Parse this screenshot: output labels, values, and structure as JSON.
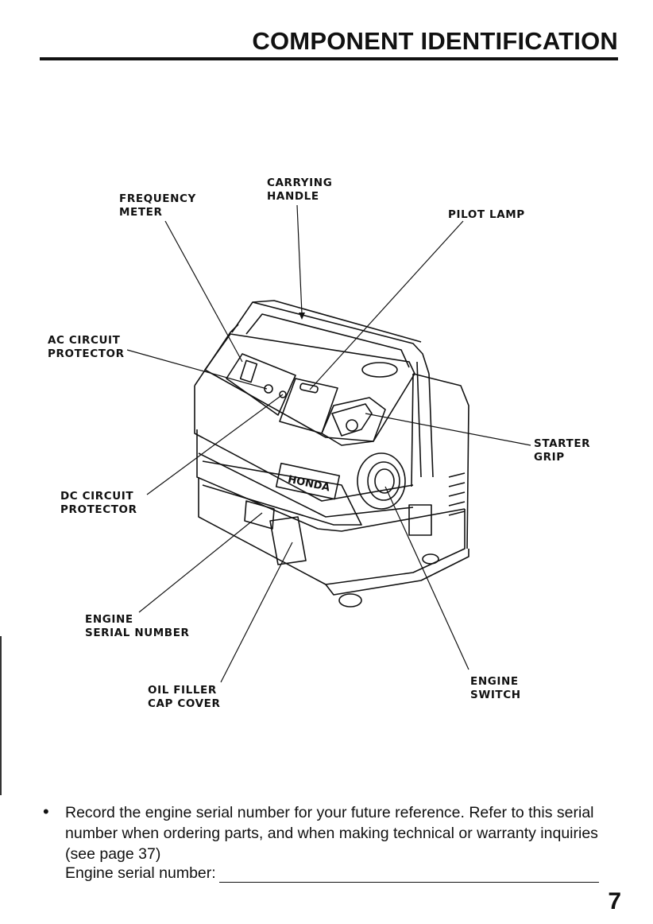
{
  "header": {
    "title": "COMPONENT IDENTIFICATION"
  },
  "labels": {
    "frequency_meter": [
      "FREQUENCY",
      "METER"
    ],
    "carrying_handle": [
      "CARRYING",
      "HANDLE"
    ],
    "pilot_lamp": [
      "PILOT LAMP"
    ],
    "ac_circuit_protector": [
      "AC CIRCUIT",
      "PROTECTOR"
    ],
    "starter_grip": [
      "STARTER",
      "GRIP"
    ],
    "dc_circuit_protector": [
      "DC CIRCUIT",
      "PROTECTOR"
    ],
    "engine_serial_number": [
      "ENGINE",
      "SERIAL NUMBER"
    ],
    "oil_filler_cap_cover": [
      "OIL FILLER",
      "CAP COVER"
    ],
    "engine_switch": [
      "ENGINE",
      "SWITCH"
    ]
  },
  "note": {
    "bullet": "•",
    "text": "Record the engine serial number for your future reference. Refer to this serial number when ordering parts, and when making technical or warranty inquiries (see page 37)",
    "serial_label": "Engine serial number:"
  },
  "brand_logo": "HONDA",
  "page_number": "7"
}
